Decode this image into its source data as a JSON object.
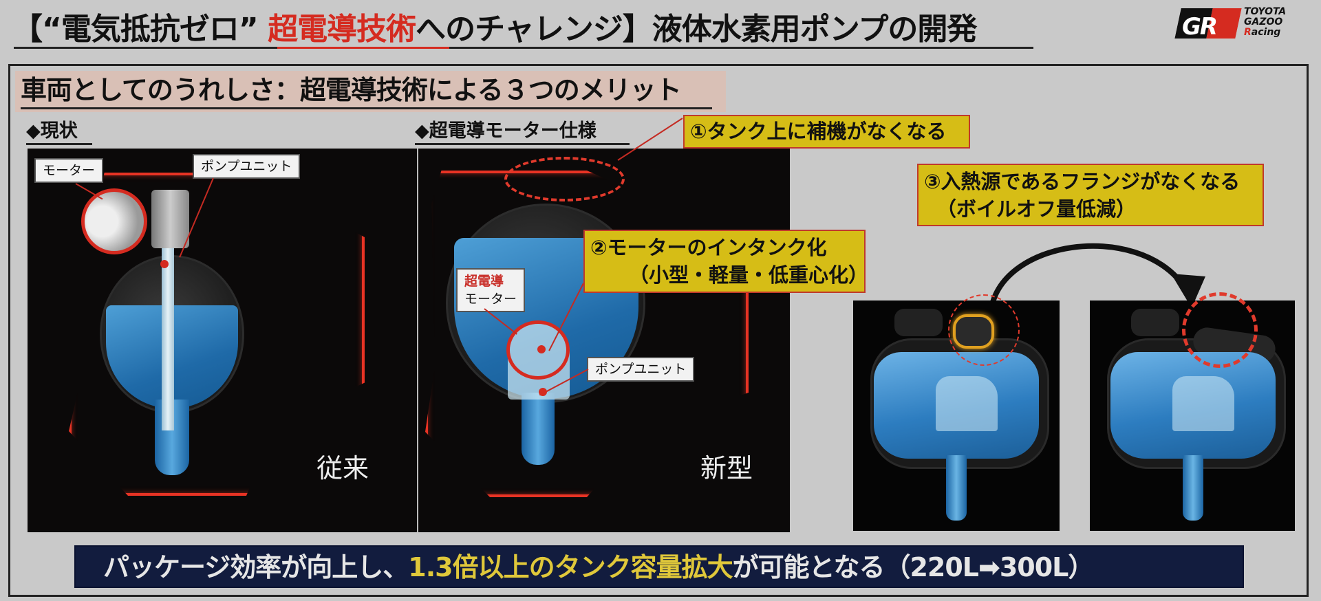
{
  "title": {
    "prefix": "【“電気抵抗ゼロ” ",
    "highlight": "超電導技術",
    "suffix": "へのチャレンジ】液体水素用ポンプの開発"
  },
  "logo": {
    "mark": "GR",
    "line1": "TOYOTA",
    "line2": "GAZOO",
    "line3_first": "R",
    "line3_rest": "acing"
  },
  "subtitle": "車両としてのうれしさ：超電導技術による３つのメリット",
  "sections": {
    "current": "◆現状",
    "superconducting": "◆超電導モーター仕様"
  },
  "panel_left": {
    "motor_label": "モーター",
    "pump_label": "ポンプユニット",
    "caption": "従来"
  },
  "panel_mid": {
    "sc_label_red": "超電導",
    "sc_label": "モーター",
    "pump_label": "ポンプユニット",
    "caption": "新型"
  },
  "callouts": {
    "one": "①タンク上に補機がなくなる",
    "two_line1": "②モーターのインタンク化",
    "two_line2": "（小型・軽量・低重心化）",
    "three_line1": "③入熱源であるフランジがなくなる",
    "three_line2": "（ボイルオフ量低減）"
  },
  "banner": {
    "part1": "パッケージ効率が向上し、",
    "highlight": "1.3倍以上のタンク容量拡大",
    "part2": "が可能となる（220L➡300L）"
  },
  "colors": {
    "accent_red": "#d52b20",
    "callout_yellow": "#d6bd16",
    "banner_navy": "#121c3e",
    "banner_highlight": "#e0c83a",
    "subtitle_bg": "#d9c0b6",
    "liquid_blue": "#2d7dc0"
  }
}
